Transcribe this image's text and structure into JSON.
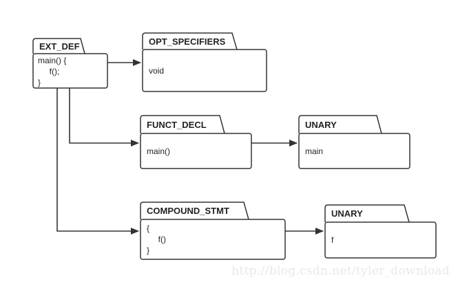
{
  "nodes": {
    "ext_def": {
      "title": "EXT_DEF",
      "body": "main() {\n     f();\n}"
    },
    "opt_specifiers": {
      "title": "OPT_SPECIFIERS",
      "body": "void"
    },
    "funct_decl": {
      "title": "FUNCT_DECL",
      "body": "main()"
    },
    "unary_main": {
      "title": "UNARY",
      "body": "main"
    },
    "compound_stmt": {
      "title": "COMPOUND_STMT",
      "body": "{\n     f()\n}"
    },
    "unary_f": {
      "title": "UNARY",
      "body": "f"
    }
  },
  "watermark": "http://blog.csdn.net/tyler_download"
}
